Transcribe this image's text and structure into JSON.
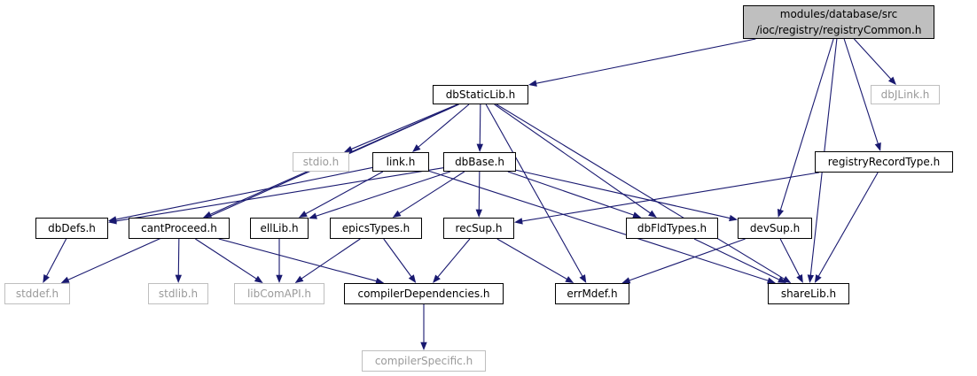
{
  "diagram": {
    "title": "",
    "edge_color": "#191970",
    "root": {
      "line1": "modules/database/src",
      "line2": "/ioc/registry/registryCommon.h"
    },
    "nodes": {
      "dbStaticLib": "dbStaticLib.h",
      "dbJLink": "dbJLink.h",
      "registryRecordType": "registryRecordType.h",
      "stdio": "stdio.h",
      "link": "link.h",
      "dbBase": "dbBase.h",
      "dbDefs": "dbDefs.h",
      "cantProceed": "cantProceed.h",
      "ellLib": "ellLib.h",
      "epicsTypes": "epicsTypes.h",
      "recSup": "recSup.h",
      "dbFldTypes": "dbFldTypes.h",
      "devSup": "devSup.h",
      "stddef": "stddef.h",
      "stdlib": "stdlib.h",
      "libComAPI": "libComAPI.h",
      "compilerDependencies": "compilerDependencies.h",
      "errMdef": "errMdef.h",
      "shareLib": "shareLib.h",
      "compilerSpecific": "compilerSpecific.h"
    },
    "edges": [
      [
        "root",
        "dbStaticLib"
      ],
      [
        "root",
        "dbJLink"
      ],
      [
        "root",
        "registryRecordType"
      ],
      [
        "root",
        "devSup"
      ],
      [
        "root",
        "shareLib"
      ],
      [
        "dbStaticLib",
        "stdio"
      ],
      [
        "dbStaticLib",
        "link"
      ],
      [
        "dbStaticLib",
        "dbBase"
      ],
      [
        "dbStaticLib",
        "cantProceed"
      ],
      [
        "dbStaticLib",
        "stddef"
      ],
      [
        "dbStaticLib",
        "dbFldTypes"
      ],
      [
        "dbStaticLib",
        "errMdef"
      ],
      [
        "dbStaticLib",
        "shareLib"
      ],
      [
        "link",
        "dbDefs"
      ],
      [
        "link",
        "ellLib"
      ],
      [
        "link",
        "shareLib"
      ],
      [
        "dbBase",
        "dbDefs"
      ],
      [
        "dbBase",
        "ellLib"
      ],
      [
        "dbBase",
        "epicsTypes"
      ],
      [
        "dbBase",
        "recSup"
      ],
      [
        "dbBase",
        "dbFldTypes"
      ],
      [
        "dbBase",
        "devSup"
      ],
      [
        "registryRecordType",
        "recSup"
      ],
      [
        "registryRecordType",
        "shareLib"
      ],
      [
        "dbDefs",
        "stddef"
      ],
      [
        "cantProceed",
        "stdlib"
      ],
      [
        "cantProceed",
        "libComAPI"
      ],
      [
        "cantProceed",
        "compilerDependencies"
      ],
      [
        "ellLib",
        "libComAPI"
      ],
      [
        "epicsTypes",
        "libComAPI"
      ],
      [
        "epicsTypes",
        "compilerDependencies"
      ],
      [
        "recSup",
        "compilerDependencies"
      ],
      [
        "recSup",
        "errMdef"
      ],
      [
        "dbFldTypes",
        "shareLib"
      ],
      [
        "devSup",
        "errMdef"
      ],
      [
        "devSup",
        "shareLib"
      ],
      [
        "compilerDependencies",
        "compilerSpecific"
      ]
    ]
  }
}
